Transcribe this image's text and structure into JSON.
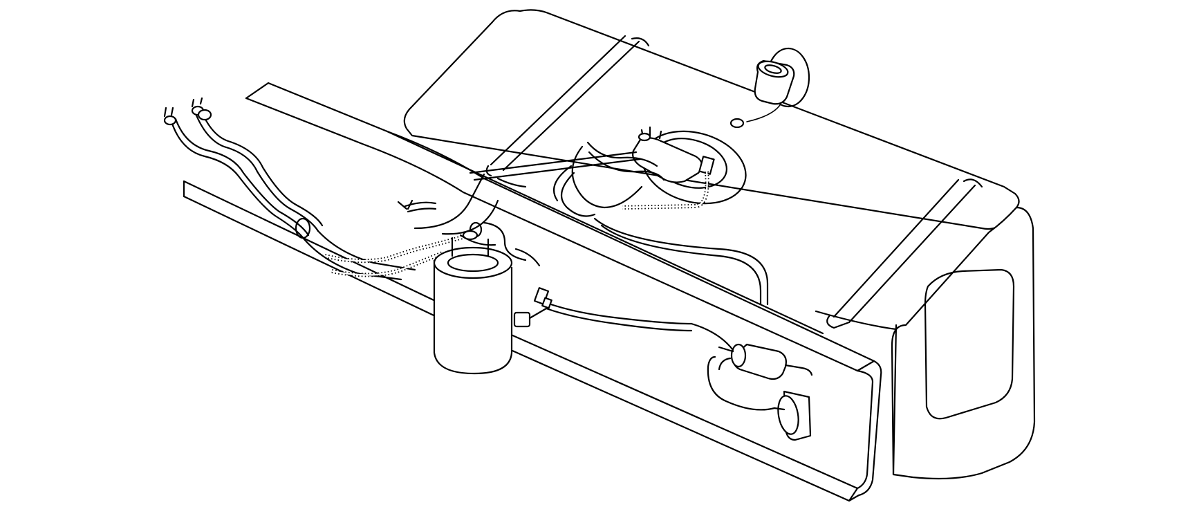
{
  "diagram": {
    "line_color": "#000000",
    "background": "#ffffff",
    "shapes": [
      "fuel-tank",
      "tank-strap-front",
      "tank-strap-rear",
      "frame-rail",
      "fuel-sender-assembly",
      "filler-neck",
      "evap-canister",
      "fuel-filter",
      "fuel-lines",
      "vent-hoses",
      "line-clips",
      "bracket"
    ]
  }
}
